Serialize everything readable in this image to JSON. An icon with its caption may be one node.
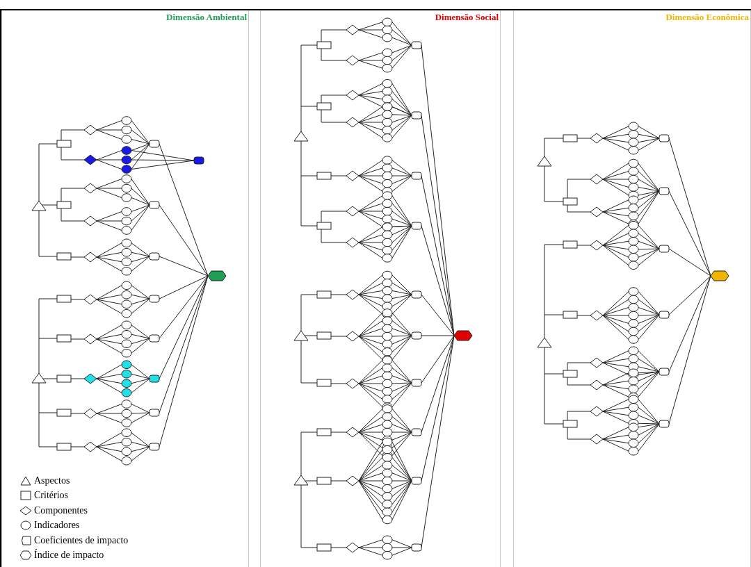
{
  "diagram": {
    "nodes": [
      {
        "text": [
          "Dimensão Ambiental"
        ]
      },
      {
        "text": [
          "Dimensão Social"
        ]
      },
      {
        "text": [
          "Dimensão Econômica"
        ]
      }
    ],
    "legend": [
      {
        "text": "Aspectos"
      },
      {
        "text": "Critérios"
      },
      {
        "text": "Componentes"
      },
      {
        "text": "Indicadores"
      },
      {
        "text": "Coeficientes de impacto"
      },
      {
        "text": "Índice de impacto"
      }
    ]
  }
}
